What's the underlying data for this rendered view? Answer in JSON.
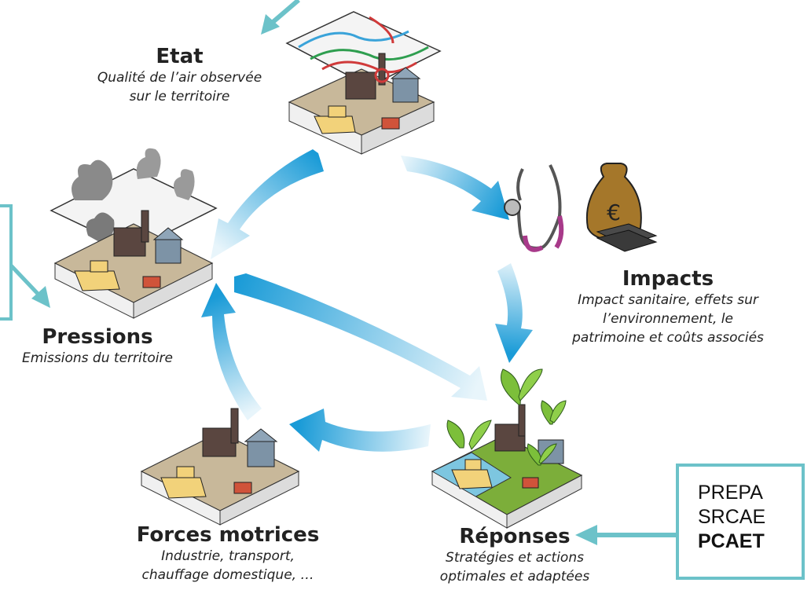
{
  "nodes": {
    "etat": {
      "title": "Etat",
      "subtitle_lines": [
        "Qualité de l’air observée",
        "sur le territoire"
      ]
    },
    "impacts": {
      "title": "Impacts",
      "subtitle_lines": [
        "Impact sanitaire, effets sur",
        "l’environnement, le",
        "patrimoine et coûts associés"
      ]
    },
    "pressions": {
      "title": "Pressions",
      "subtitle_lines": [
        "Emissions du territoire"
      ]
    },
    "forces": {
      "title": "Forces motrices",
      "subtitle_lines": [
        "Industrie, transport,",
        "chauffage domestique, …"
      ]
    },
    "reponses": {
      "title": "Réponses",
      "subtitle_lines": [
        "Stratégies et actions",
        "optimales et adaptées"
      ]
    }
  },
  "callout": {
    "line1": "PREPA",
    "line2": "SRCAE",
    "line3": "PCAET"
  },
  "icons": {
    "money_bag_symbol": "€"
  },
  "colors": {
    "arrow_blue": "#1a9bd7",
    "teal": "#6cc2c9",
    "ground": "#c8b89a",
    "factory": "#5a4640",
    "house": "#7d93a6",
    "boat": "#f2d27a",
    "truck": "#d0533a",
    "leaf": "#7cbf3a"
  }
}
